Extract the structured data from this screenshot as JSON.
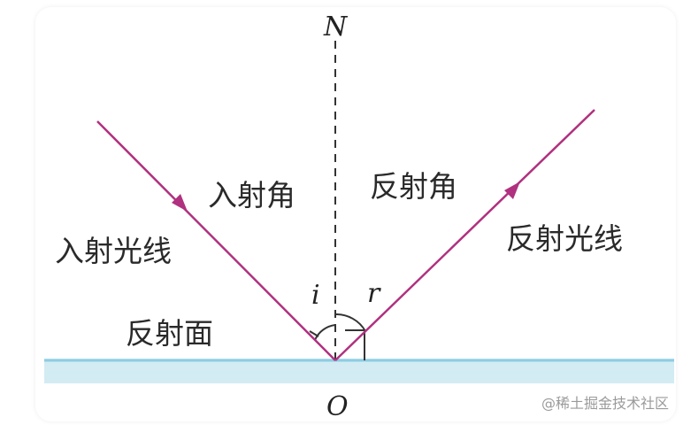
{
  "diagram": {
    "normal_label": "N",
    "incidence_point_label": "O",
    "angle_i_label": "i",
    "angle_r_label": "r",
    "incident_angle_label": "入射角",
    "reflection_angle_label": "反射角",
    "incident_ray_label": "入射光线",
    "reflected_ray_label": "反射光线",
    "surface_label": "反射面"
  },
  "watermark": "@稀土掘金技术社区",
  "colors": {
    "ray": "#b0317f",
    "surface_fill": "#d3ecf3",
    "surface_edge": "#8dcde3",
    "normal": "#333333"
  }
}
